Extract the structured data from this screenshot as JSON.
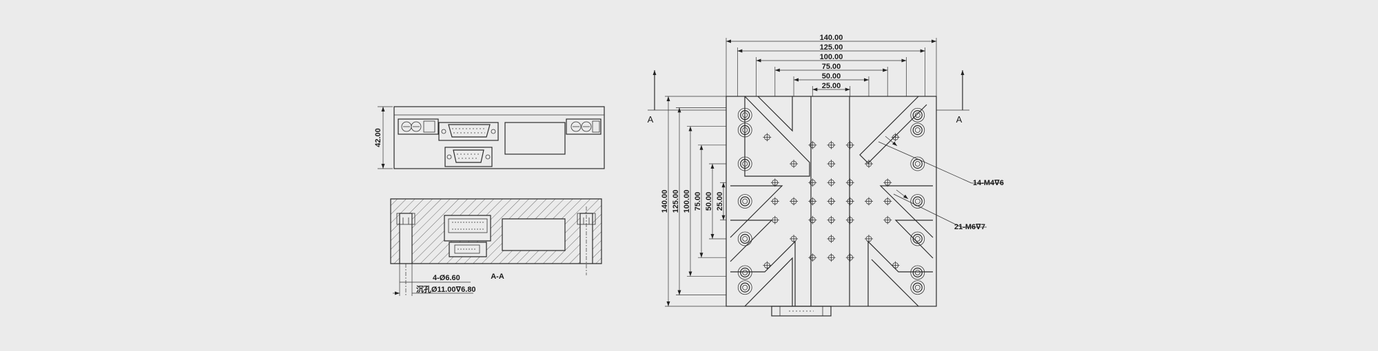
{
  "side_view": {
    "height_dim": "42.00"
  },
  "section_view": {
    "label": "A-A",
    "hole_spec": "4-Ø6.60",
    "counterbore_spec": "沉孔Ø11.00∇6.80"
  },
  "top_view": {
    "section_marker_left": "A",
    "section_marker_right": "A",
    "horizontal_dims": [
      "140.00",
      "125.00",
      "100.00",
      "75.00",
      "50.00",
      "25.00"
    ],
    "vertical_dims": [
      "140.00",
      "125.00",
      "100.00",
      "75.00",
      "50.00",
      "25.00"
    ],
    "callout_m4": "14-M4∇6",
    "callout_m6": "21-M6∇7"
  }
}
